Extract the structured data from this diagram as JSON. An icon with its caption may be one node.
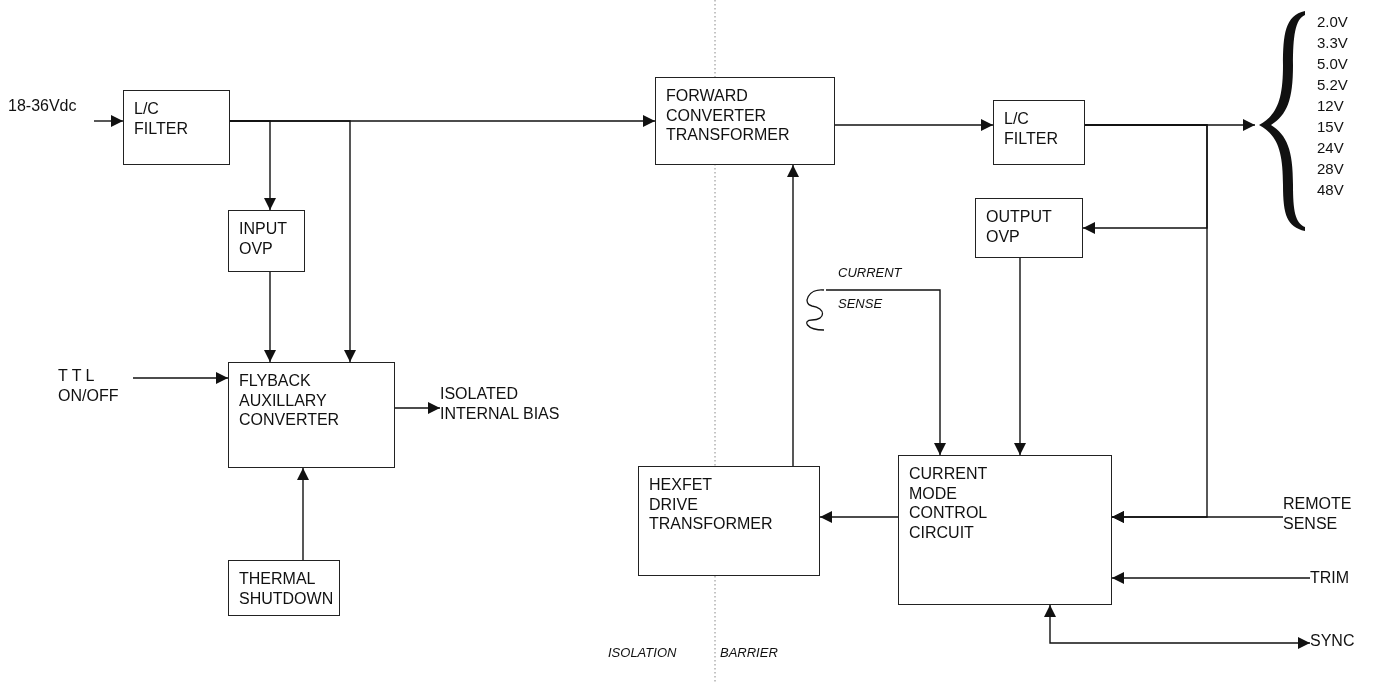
{
  "diagram": {
    "nodes": [
      {
        "text": [
          "18-36Vdc"
        ]
      },
      {
        "text": [
          "L/C FILTER"
        ]
      },
      {
        "text": [
          "INPUT OVP"
        ]
      },
      {
        "text": [
          "FLYBACK AUXILLARY CONVERTER"
        ]
      },
      {
        "text": [
          "T T L ON/OFF"
        ]
      },
      {
        "text": [
          "ISOLATED INTERNAL BIAS"
        ]
      },
      {
        "text": [
          "THERMAL SHUTDOWN"
        ]
      },
      {
        "text": [
          "FORWARD CONVERTER TRANSFORMER"
        ]
      },
      {
        "text": [
          "L/C FILTER"
        ]
      },
      {
        "text": [
          "2.0V",
          "3.3V",
          "5.0V",
          "5.2V",
          "12V",
          "15V",
          "24V",
          "28V",
          "48V"
        ]
      },
      {
        "text": [
          "OUTPUT OVP"
        ]
      },
      {
        "text": [
          "HEXFET DRIVE TRANSFORMER"
        ]
      },
      {
        "text": [
          "CURRENT MODE CONTROL CIRCUIT"
        ]
      },
      {
        "text": [
          "REMOTE SENSE"
        ]
      },
      {
        "text": [
          "TRIM"
        ]
      },
      {
        "text": [
          "SYNC"
        ]
      },
      {
        "text": [],
        "shape": "coil"
      }
    ],
    "edges": [
      {
        "from": 0,
        "to": 1,
        "arrow": "to"
      },
      {
        "from": 1,
        "to": 7,
        "arrow": "to"
      },
      {
        "from": 1,
        "to": 2,
        "arrow": "to"
      },
      {
        "from": 1,
        "to": 3,
        "arrow": "to"
      },
      {
        "from": 2,
        "to": 3,
        "arrow": "to"
      },
      {
        "from": 4,
        "to": 3,
        "arrow": "to"
      },
      {
        "from": 3,
        "to": 5,
        "arrow": "to"
      },
      {
        "from": 6,
        "to": 3,
        "arrow": "to"
      },
      {
        "from": 11,
        "to": 7,
        "arrow": "to"
      },
      {
        "from": 7,
        "to": 8,
        "arrow": "to"
      },
      {
        "from": 8,
        "to": 9,
        "arrow": "to"
      },
      {
        "from": 8,
        "to": 10,
        "arrow": "to"
      },
      {
        "from": 8,
        "to": 12,
        "arrow": "to"
      },
      {
        "from": 10,
        "to": 12,
        "arrow": "to"
      },
      {
        "from": 16,
        "to": 12,
        "arrow": "to"
      },
      {
        "from": 12,
        "to": 11,
        "arrow": "to"
      },
      {
        "from": 13,
        "to": 12,
        "arrow": "to"
      },
      {
        "from": 14,
        "to": 12,
        "arrow": "to"
      },
      {
        "from": 12,
        "to": 15,
        "arrow": "both"
      }
    ],
    "labels": [
      "CURRENT",
      "SENSE",
      "ISOLATION",
      "BARRIER"
    ]
  }
}
